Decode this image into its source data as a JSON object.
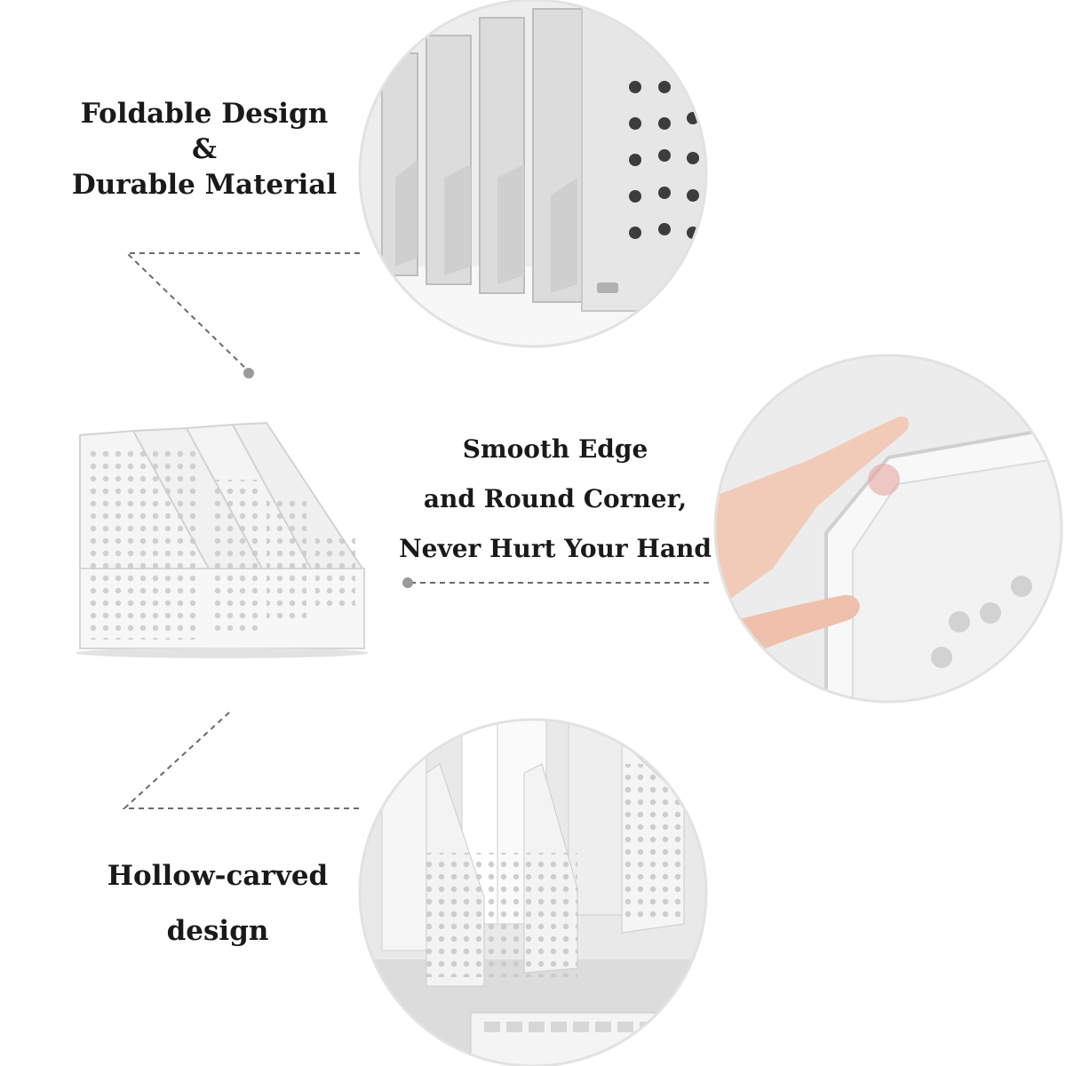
{
  "features": {
    "foldable": {
      "lines": [
        "Foldable Design",
        "&",
        "Durable Material"
      ]
    },
    "smooth": {
      "lines": [
        "Smooth Edge",
        "and Round Corner,",
        "Never Hurt Your Hand"
      ]
    },
    "hollow": {
      "lines": [
        "Hollow-carved",
        "design"
      ]
    }
  },
  "colors": {
    "background": "#ffffff",
    "product_body": "#f1f1f1",
    "product_shadow": "#d6d6d6",
    "hole": "#c4c4c4",
    "dashed_line": "#6a6a6a",
    "text": "#1a1a1a",
    "skin": "#f2cbb8"
  }
}
